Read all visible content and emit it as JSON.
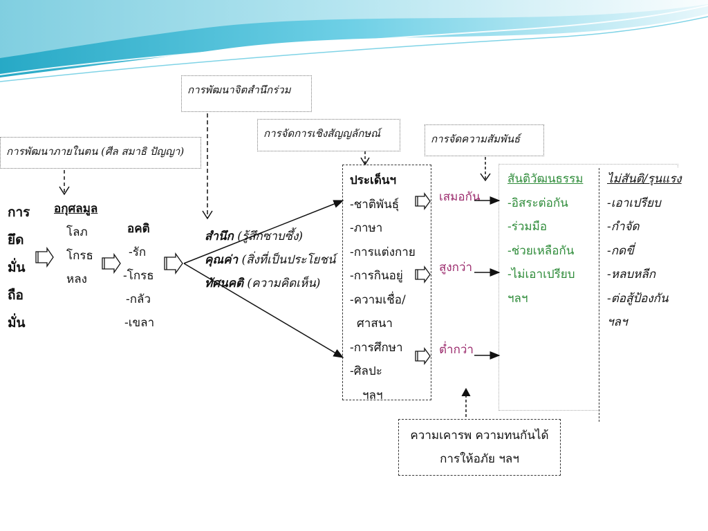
{
  "labels": {
    "joint_consciousness": "การพัฒนาจิตสำนึกร่วม",
    "symbolic": "การจัดการเชิงสัญญลักษณ์",
    "relations": "การจัดความสัมพันธ์",
    "self_development": "การพัฒนาภายในตน (ศีล สมาธิ ปัญญา)"
  },
  "attachment": [
    "การ",
    "ยึด",
    "มั่น",
    "ถือ",
    "มั่น"
  ],
  "akusala": {
    "title": "อกุศลมูล",
    "items": [
      "โลภ",
      "โกรธ",
      "หลง"
    ]
  },
  "akhati": {
    "title": "อคติ",
    "items": [
      "-รัก",
      "-โกรธ",
      "-กลัว",
      "-เขลา"
    ]
  },
  "awareness": {
    "line1_bold": "สำนึก",
    "line1_rest": " (รู้สึกซาบซึ้ง)",
    "line2_bold": "คุณค่า",
    "line2_rest": " (สิ่งที่เป็นประโยชน์",
    "line3_bold": "ทัศนคติ",
    "line3_rest": " (ความคิดเห็น)"
  },
  "issues": {
    "title": "ประเด็นฯ",
    "items": [
      "-ชาติพันธุ์",
      "-ภาษา",
      "-การแต่งกาย",
      "-การกินอยู่",
      "-ความเชื่อ/",
      " ศาสนา",
      "-การศึกษา",
      "-ศิลปะ",
      "  ฯลฯ"
    ]
  },
  "relation_types": [
    "เสมอกัน",
    "สูงกว่า",
    "ต่ำกว่า"
  ],
  "peaceful": {
    "title": "สันติวัฒนธรรม",
    "items": [
      "-อิสระต่อกัน",
      "-ร่วมมือ",
      "-ช่วยเหลือกัน",
      "-ไม่เอาเปรียบ",
      "ฯลฯ"
    ]
  },
  "violent": {
    "title": "ไม่สันติ/รุนแรง",
    "items": [
      "-เอาเปรียบ",
      "-กำจัด",
      "-กดขี่",
      "-หลบหลีก",
      "-ต่อสู้ป้องกัน",
      "ฯลฯ"
    ]
  },
  "conditions": {
    "line1": "ความเคารพ ความทนกันได้",
    "line2": "การให้อภัย ฯลฯ"
  },
  "colors": {
    "magenta": "#9b2a6c",
    "green": "#2f8c3a",
    "wave_dark": "#1fa8c9",
    "wave_light": "#bfe6ef"
  }
}
